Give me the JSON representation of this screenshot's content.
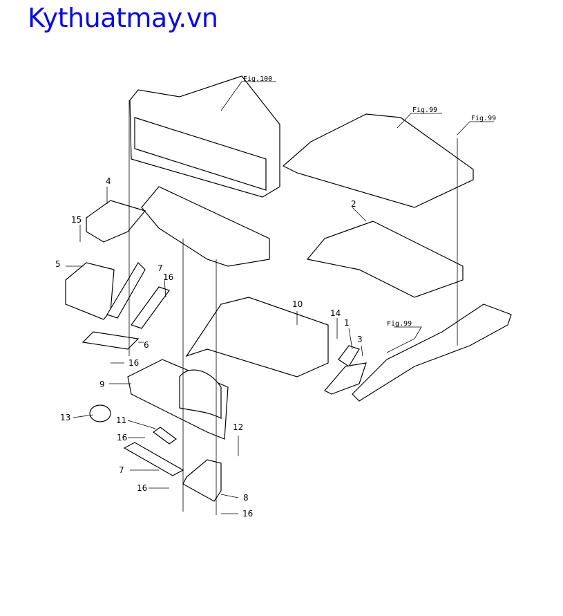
{
  "site_title": "Kythuatmay.vn",
  "figure_refs": [
    "Fig.100",
    "Fig.99",
    "Fig.99",
    "Fig.99"
  ],
  "callouts": [
    "4",
    "15",
    "5",
    "7",
    "16",
    "6",
    "16",
    "2",
    "10",
    "14",
    "1",
    "3",
    "9",
    "13",
    "11",
    "16",
    "12",
    "7",
    "16",
    "8",
    "16"
  ]
}
